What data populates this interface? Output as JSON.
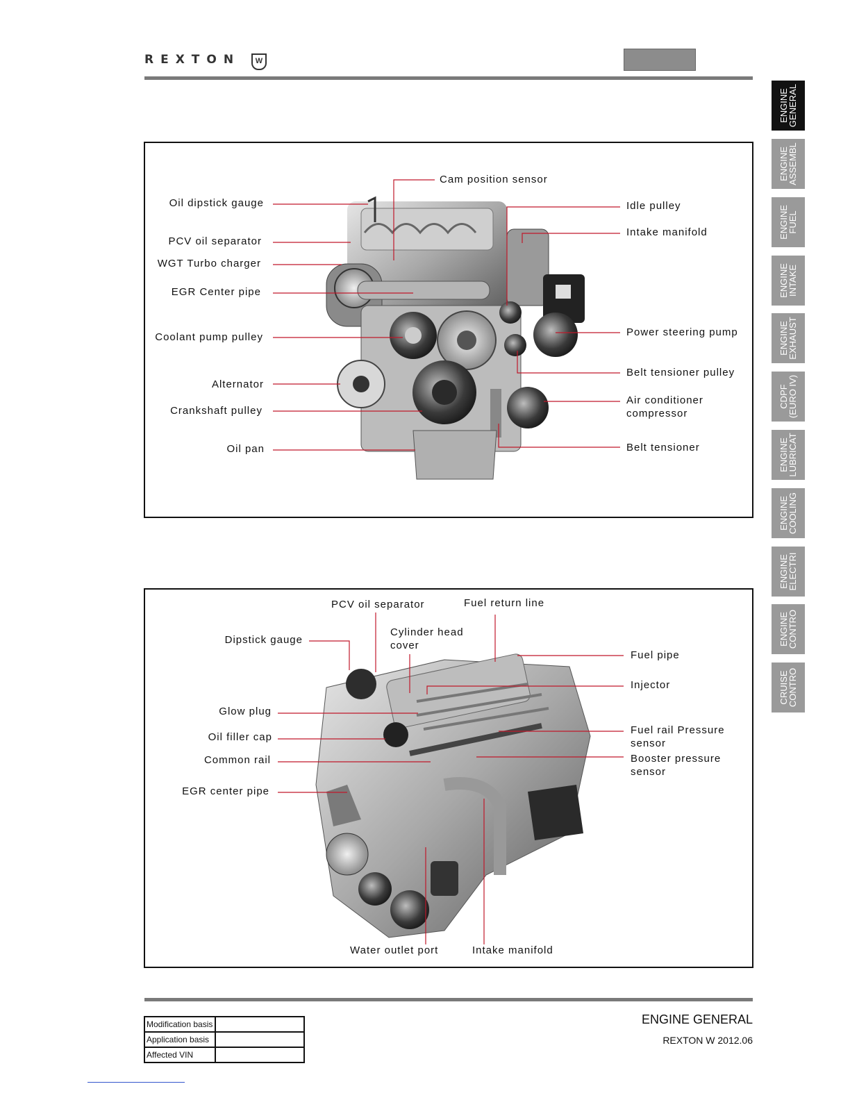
{
  "header": {
    "brand": "REXTON",
    "badge": "W"
  },
  "side_tabs": [
    {
      "label": "ENGINE\nGENERAL",
      "active": true
    },
    {
      "label": "ENGINE\nASSEMBL",
      "active": false
    },
    {
      "label": "ENGINE\nFUEL",
      "active": false
    },
    {
      "label": "ENGINE\nINTAKE",
      "active": false
    },
    {
      "label": "ENGINE\nEXHAUST",
      "active": false
    },
    {
      "label": "CDPF\n(EURO IV)",
      "active": false
    },
    {
      "label": "ENGINE\nLUBRICAT",
      "active": false
    },
    {
      "label": "ENGINE\nCOOLING",
      "active": false
    },
    {
      "label": "ENGINE\nELECTRI",
      "active": false
    },
    {
      "label": "ENGINE\nCONTRO",
      "active": false
    },
    {
      "label": "CRUISE\nCONTRO",
      "active": false
    }
  ],
  "figure1": {
    "left_labels": [
      "Oil dipstick gauge",
      "PCV oil separator",
      "WGT Turbo charger",
      "EGR Center pipe",
      "Coolant pump pulley",
      "Alternator",
      "Crankshaft pulley",
      "Oil pan"
    ],
    "top_label": "Cam position sensor",
    "right_labels": [
      "Idle pulley",
      "Intake manifold",
      "Power steering pump",
      "Belt tensioner pulley",
      "Air conditioner",
      "compressor",
      "Belt tensioner"
    ]
  },
  "figure2": {
    "top_labels": [
      "PCV oil separator",
      "Fuel return line",
      "Cylinder head",
      "cover"
    ],
    "left_labels": [
      "Dipstick gauge",
      "Glow plug",
      "Oil filler cap",
      "Common rail",
      "EGR center pipe"
    ],
    "right_labels": [
      "Fuel pipe",
      "Injector",
      "Fuel rail Pressure",
      "sensor",
      "Booster pressure",
      "sensor"
    ],
    "bottom_labels": [
      "Water outlet port",
      "Intake manifold"
    ]
  },
  "footer": {
    "title": "ENGINE GENERAL",
    "subtitle": "REXTON W 2012.06",
    "table": [
      {
        "key": "Modification basis",
        "value": ""
      },
      {
        "key": "Application basis",
        "value": ""
      },
      {
        "key": "Affected VIN",
        "value": ""
      }
    ]
  }
}
